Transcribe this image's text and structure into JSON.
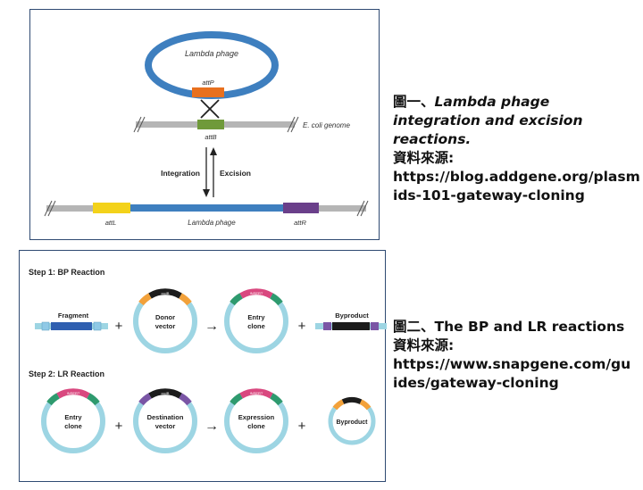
{
  "figure1": {
    "phage_label": "Lambda phage",
    "attP": "attP",
    "attB": "attB",
    "genome_label": "E. coli genome",
    "integration": "Integration",
    "excision": "Excision",
    "attL": "attL",
    "attR": "attR",
    "integrated_label": "Lambda phage",
    "colors": {
      "phage": "#3e7fbf",
      "attP": "#e8701e",
      "attB": "#6f9a3a",
      "attL": "#f3d21a",
      "attR": "#6a3f8a",
      "genome": "#b5b5b5"
    }
  },
  "figure2": {
    "step1_title": "Step 1:  BP Reaction",
    "step2_title": "Step 2:  LR Reaction",
    "fragment": "Fragment",
    "donor_vector": [
      "Donor",
      "vector"
    ],
    "entry_clone": [
      "Entry",
      "clone"
    ],
    "byproduct": "Byproduct",
    "destination_vector": [
      "Destination",
      "vector"
    ],
    "expression_clone": [
      "Expression",
      "clone"
    ],
    "plus": "+",
    "arrow": "→",
    "insert_tag": "INSERT",
    "ccdb_tag": "ccdB",
    "colors": {
      "backbone": "#9dd5e3",
      "insert": "#d9487f",
      "attB": "#8fc9e6",
      "attP": "#f2a13a",
      "attL": "#2e9a6e",
      "attR": "#7a55a5",
      "ccdb": "#1c1c1c"
    }
  },
  "caption1": {
    "prefix": "圖一、",
    "italic_line1": "Lambda phage",
    "italic_line2": "integration and excision",
    "italic_line3": "reactions.",
    "source_label": "資料來源:",
    "url1": "https://blog.addgene.org/plasm",
    "url2": "ids-101-gateway-cloning"
  },
  "caption2": {
    "line1": "圖二、The BP and LR reactions",
    "source_label": "資料來源:",
    "url1": "https://www.snapgene.com/gu",
    "url2": "ides/gateway-cloning"
  }
}
